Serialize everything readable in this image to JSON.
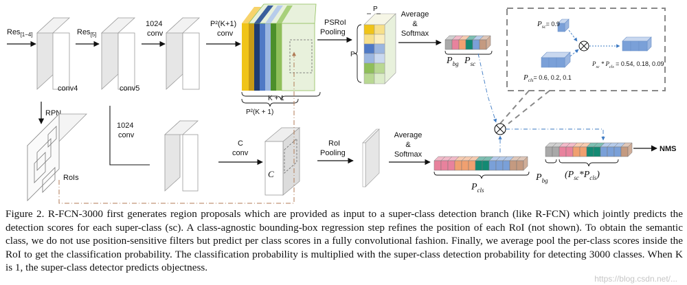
{
  "labels": {
    "res14": "Res",
    "res14_sub": "[1−4]",
    "res5": "Res",
    "res5_sub": "[5]",
    "conv1024_top_a": "1024",
    "conv1024_top_b": "conv",
    "conv4": "conv4",
    "conv5": "conv5",
    "p2k1_a": "P²(K+1)",
    "p2k1_b": "conv",
    "k_plus_1": "K + 1",
    "p2k1_bottom": "P²(K + 1)",
    "psroi_a": "PSRoI",
    "psroi_b": "Pooling",
    "p_top": "P",
    "p_left": "P",
    "avg_a": "Average",
    "avg_b": "&",
    "avg_c": "Softmax",
    "rpn": "RPN",
    "rois": "RoIs",
    "conv1024_bot_a": "1024",
    "conv1024_bot_b": "conv",
    "c_conv_a": "C",
    "c_conv_b": "conv",
    "c_italic": "C",
    "roi_a": "RoI",
    "roi_b": "Pooling",
    "avg2_a": "Average",
    "avg2_b": "&",
    "avg2_c": "Softmax",
    "nms": "NMS",
    "p_bg": "P",
    "p_bg_sub": "bg",
    "p_sc": "P",
    "p_sc_sub": "sc",
    "p_cls": "P",
    "p_cls_sub": "cls",
    "p_bg2": "P",
    "p_bg2_sub": "bg",
    "psc_pcls_open": "(P",
    "psc_pcls_sc": "sc",
    "psc_pcls_mid": "*P",
    "psc_pcls_cls": "cls",
    "psc_pcls_close": ")",
    "inset_psc": "P",
    "inset_psc_sub": "sc",
    "inset_psc_val": "= 0.9",
    "inset_pcls": "P",
    "inset_pcls_sub": "cls",
    "inset_pcls_val": "= 0.6, 0.2, 0.1",
    "inset_result_a": "P",
    "inset_result_sc": "sc",
    "inset_result_mid": " * P",
    "inset_result_cls": "cls",
    "inset_result_val": " = 0.54, 0.18, 0.09"
  },
  "colors": {
    "gray_bg": "#a9a9a9",
    "pink": "#e8829d",
    "orange": "#f0a070",
    "teal": "#138a73",
    "blue": "#7aa0d8",
    "brown": "#c49a80",
    "yellow": "#f0c419",
    "green": "#8fbf5a"
  },
  "caption": "Figure 2. R-FCN-3000 first generates region proposals which are provided as input to a super-class detection branch (like R-FCN) which jointly predicts the detection scores for each super-class (sc). A class-agnostic bounding-box regression step refines the position of each RoI (not shown). To obtain the semantic class, we do not use position-sensitive filters but predict per class scores in a fully convolutional fashion. Finally, we average pool the per-class scores inside the RoI to get the classification probability. The classification probability is multiplied with the super-class detection probability for detecting 3000 classes. When K is 1, the super-class detector predicts objectness.",
  "watermark": "https://blog.csdn.net/..."
}
